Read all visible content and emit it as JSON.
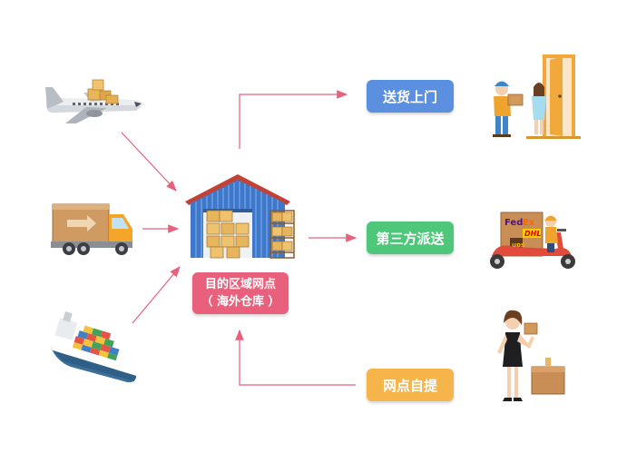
{
  "center": {
    "line1": "目的区域网点",
    "line2": "（ 海外仓库 ）"
  },
  "destinations": {
    "door_delivery": "送货上门",
    "third_party": "第三方派送",
    "self_pickup": "网点自提"
  },
  "carrier_logos": {
    "fedex_fe": "Fed",
    "fedex_ex": "Ex",
    "dhl": "DHL",
    "ups": "ups"
  },
  "colors": {
    "arrow": "#e8607c",
    "door_delivery": "#5b8fe0",
    "third_party": "#4fc77a",
    "self_pickup": "#f6b54a",
    "center_label": "#e8607c"
  },
  "icons": {
    "origin": [
      "airplane-icon",
      "truck-icon",
      "cargo-ship-icon"
    ],
    "hub": "warehouse-icon",
    "destination": [
      "courier-at-door-icon",
      "delivery-scooter-icon",
      "customer-with-parcel-icon"
    ]
  }
}
